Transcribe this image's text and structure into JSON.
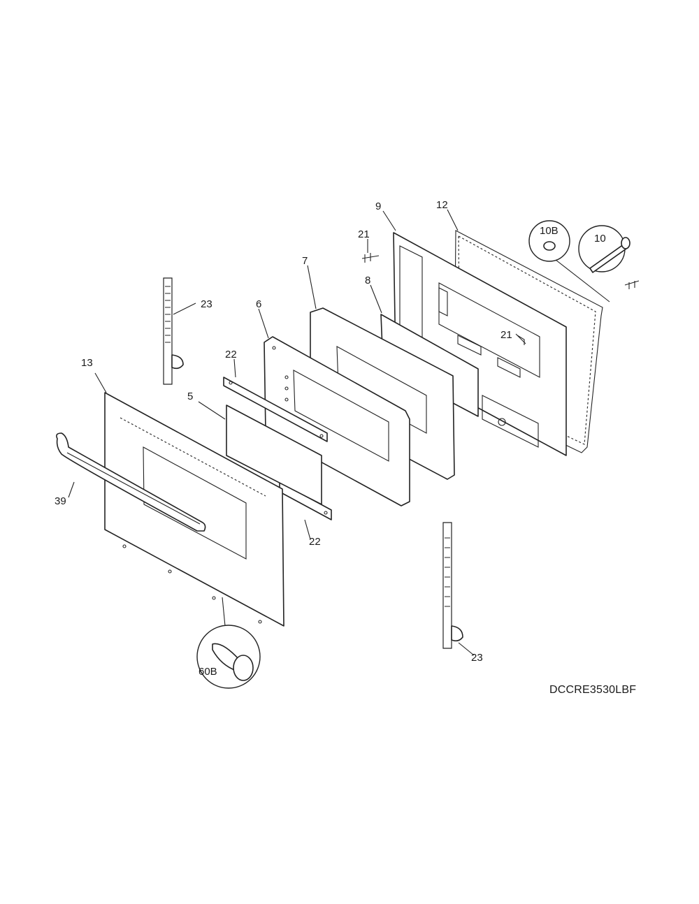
{
  "diagram": {
    "id_label": "DCCRE3530LBF",
    "callouts": {
      "c5": "5",
      "c6": "6",
      "c7": "7",
      "c8": "8",
      "c9": "9",
      "c10": "10",
      "c10b": "10B",
      "c12": "12",
      "c13": "13",
      "c21_top": "21",
      "c21_right": "21",
      "c22_top": "22",
      "c22_bottom": "22",
      "c23_left": "23",
      "c23_right": "23",
      "c39": "39",
      "c60b": "60B"
    }
  }
}
